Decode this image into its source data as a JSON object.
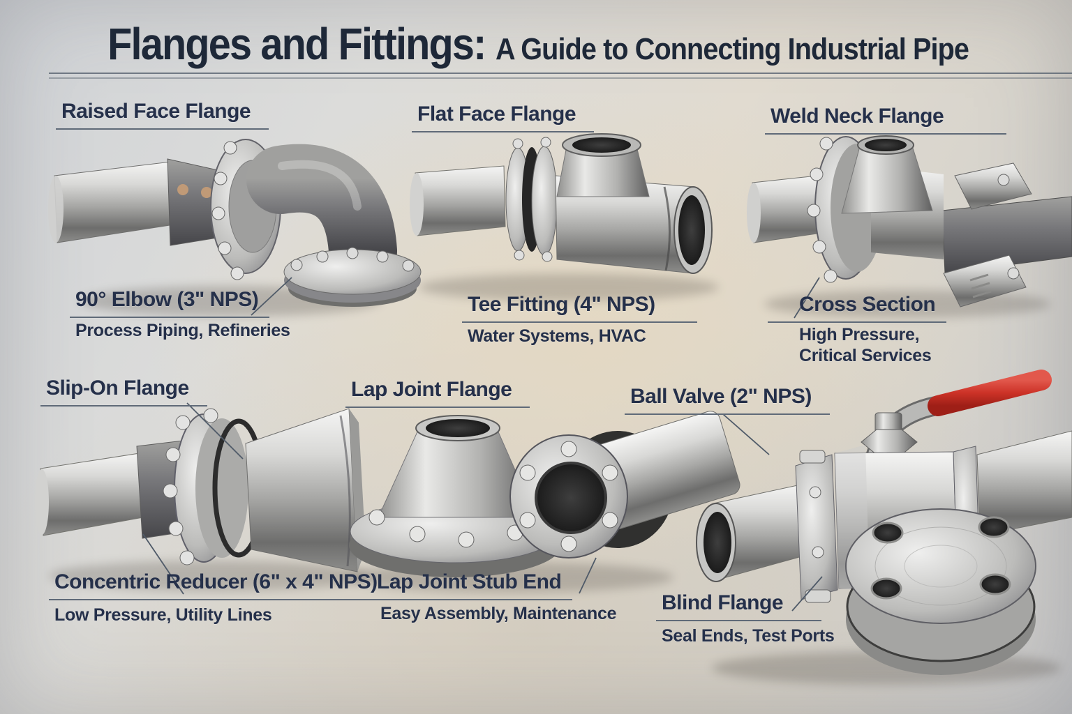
{
  "title": {
    "main": "Flanges and Fittings:",
    "subtitle": "A Guide to Connecting Industrial Pipe"
  },
  "sections": [
    {
      "heading": "Raised Face Flange",
      "caption": "90° Elbow (3\" NPS)",
      "subcaption": "Process Piping, Refineries",
      "illustration": "flanged-90-degree-elbow"
    },
    {
      "heading": "Flat Face Flange",
      "caption": "Tee Fitting (4\" NPS)",
      "subcaption": "Water Systems, HVAC",
      "illustration": "flanged-tee-fitting"
    },
    {
      "heading": "Weld Neck Flange",
      "caption": "Cross Section",
      "subcaption": "High Pressure,\nCritical Services",
      "illustration": "weld-neck-flange-assembly"
    },
    {
      "heading": "Slip-On Flange",
      "caption": "Concentric Reducer (6\" x 4\" NPS)",
      "subcaption": "Low Pressure, Utility Lines",
      "illustration": "concentric-reducer-with-slip-on-flange"
    },
    {
      "heading": "Lap Joint Flange",
      "caption": "Lap Joint Stub End",
      "subcaption": "Easy Assembly, Maintenance",
      "illustration": "lap-joint-stub-end-pair"
    },
    {
      "heading": "Ball Valve (2\" NPS)",
      "caption": "Blind Flange",
      "subcaption": "Seal Ends, Test Ports",
      "illustration": "ball-valve-with-blind-flange"
    }
  ],
  "colors": {
    "text_navy": "#25304a",
    "title_navy": "#1e2838",
    "rule_gray": "#5f6a78",
    "background_cool": "#d0d3d7",
    "background_warm": "#e1dbd0",
    "steel_light": "#f5f5f4",
    "steel_dark": "#47474a",
    "gasket_black": "#262626",
    "handle_red": "#cc3227",
    "copper_dot": "#c09a77"
  }
}
